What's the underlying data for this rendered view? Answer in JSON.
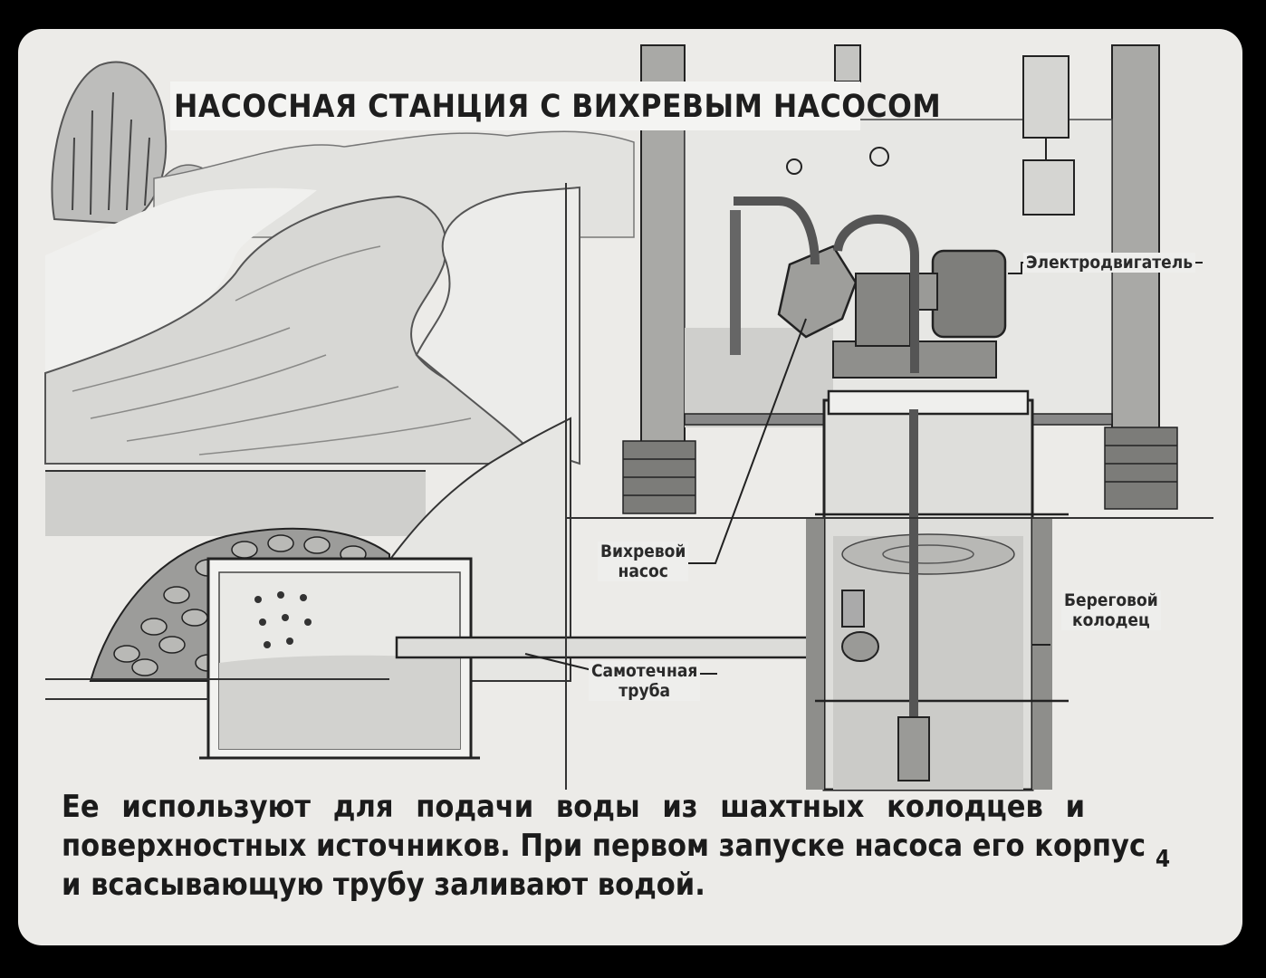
{
  "title": "НАСОСНАЯ СТАНЦИЯ С ВИХРЕВЫМ НАСОСОМ",
  "labels": {
    "motor": "Электродвигатель",
    "pump_line1": "Вихревой",
    "pump_line2": "насос",
    "well_line1": "Береговой",
    "well_line2": "колодец",
    "pipe_line1": "Самотечная",
    "pipe_line2": "труба"
  },
  "caption": {
    "line1": "Ее используют для подачи воды из шахтных колодцев и",
    "line2": "поверхностных источников. При первом запуске насоса его корпус",
    "line3": "и всасывающую трубу заливают водой."
  },
  "page_number": "4",
  "colors": {
    "paper": "#ecebe8",
    "ink": "#1e1e1e",
    "water": "#d8d8d6",
    "frame": "#000000"
  }
}
